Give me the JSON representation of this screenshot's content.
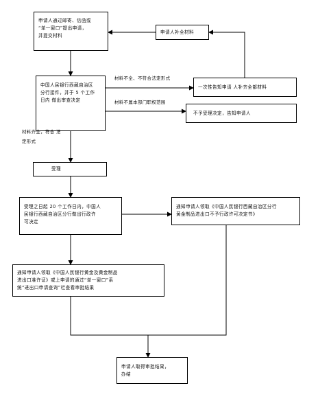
{
  "nodes": {
    "submit": [
      "申请人通过邮寄、信函或",
      "“单一窗口”提出申请，",
      "并提交材料"
    ],
    "supplement": "申请人补全材料",
    "review": [
      "中国人民银行西藏自治区",
      "分行接件，并于 5 个工作",
      "日内 做出审查决定"
    ],
    "notify_once": "一次性告知申请 人补齐全部材料",
    "reject": "不予受理决定，告知申请人",
    "accept": "受理",
    "decide": [
      "受理之日起 20 个工作日内，中国人",
      "民银行西藏自治区分行做出行政许",
      "可决定"
    ],
    "deny": [
      "通知申请人领取《中国人民银行西藏自治区分行",
      "黄金制品进出口不予行政许可决定书》"
    ],
    "approve": [
      "通知申请人领取《中国人民银行黄金及黄金制品",
      "进出口准许证》或上申请的通过“单一窗口”系",
      "统“进出口申请查询”栏查看审批结果"
    ],
    "end": [
      "申请人取得审批结果，",
      "办结"
    ]
  },
  "edge_labels": {
    "incomplete": "材料不全、不符合法定形式",
    "out_of_scope": "材料不属本部门职权范围",
    "complete": [
      "材料齐全，符合 法",
      "定形式"
    ]
  }
}
